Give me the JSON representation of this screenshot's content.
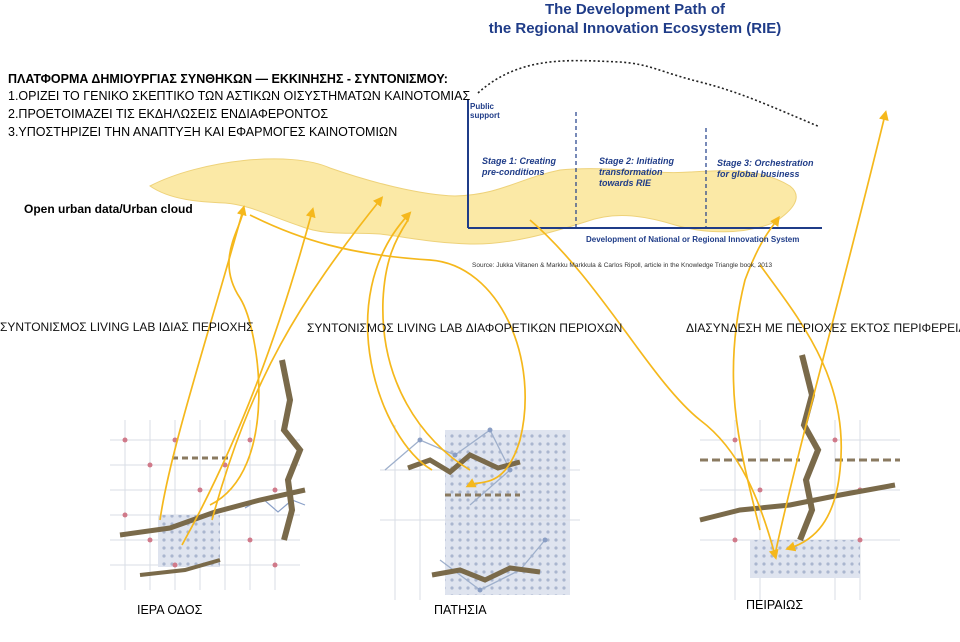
{
  "title": {
    "line1": "The Development Path of",
    "line2": "the Regional Innovation Ecosystem (RIE)"
  },
  "platform": {
    "heading": "ΠΛΑΤΦΟΡΜΑ ΔΗΜΙΟΥΡΓΙΑΣ ΣΥΝΘΗΚΩΝ — ΕΚΚΙΝΗΣΗΣ - ΣΥΝΤΟΝΙΣΜΟΥ:",
    "items": [
      "1.ΟΡΙΖΕΙ ΤΟ ΓΕΝΙΚΟ ΣΚΕΠΤΙΚΟ ΤΩΝ ΑΣΤΙΚΩΝ ΟΙΣΥΣΤΗΜΑΤΩΝ ΚΑΙΝΟΤΟΜΙΑΣ",
      "2.ΠΡΟΕΤΟΙΜΑΖΕΙ ΤΙΣ ΕΚΔΗΛΩΣΕΙΣ ΕΝΔΙΑΦΕΡΟΝΤΟΣ",
      "3.ΥΠΟΣΤΗΡΙΖΕΙ ΤΗΝ ΑΝΑΠΤΥΞΗ ΚΑΙ ΕΦΑΡΜΟΓΕΣ ΚΑΙΝΟΤΟΜΙΩΝ"
    ]
  },
  "cloud_label": "Open urban data/Urban cloud",
  "rie_chart": {
    "y_label": "Public support",
    "x_label": "Development of National or Regional Innovation System",
    "stages": [
      "Stage 1: Creating pre-conditions",
      "Stage 2:  Initiating transformation towards RIE",
      "Stage 3: Orchestration for global  business"
    ],
    "source": "Source: Jukka Viitanen & Markku Markkula & Carlos Ripoll, article in the Knowledge Triangle book, 2013"
  },
  "sections": [
    "ΣΥΝΤΟΝΙΣΜΟΣ LIVING LAB ΙΔΙΑΣ ΠΕΡΙΟΧΗΣ",
    "ΣΥΝΤΟΝΙΣΜΟΣ LIVING LAB ΔΙΑΦΟΡΕΤΙΚΩΝ ΠΕΡΙΟΧΩΝ",
    "ΔΙΑΣΥΝΔΕΣΗ ΜΕ ΠΕΡΙΟΧΕΣ ΕΚΤΟΣ ΠΕΡΙΦΕΡΕΙΑΣ"
  ],
  "places": [
    "ΙΕΡΑ ΟΔΟΣ",
    "ΠΑΤΗΣΙΑ",
    "ΠΕΙΡΑΙΩΣ"
  ],
  "colors": {
    "title_blue": "#1f3c88",
    "cloud_fill": "#fbe9a6",
    "arrow": "#f5b81c",
    "axis": "#1f3c88",
    "road": "#7a6a4a",
    "grid": "#b5bfcc",
    "dot": "#d07a8a"
  }
}
